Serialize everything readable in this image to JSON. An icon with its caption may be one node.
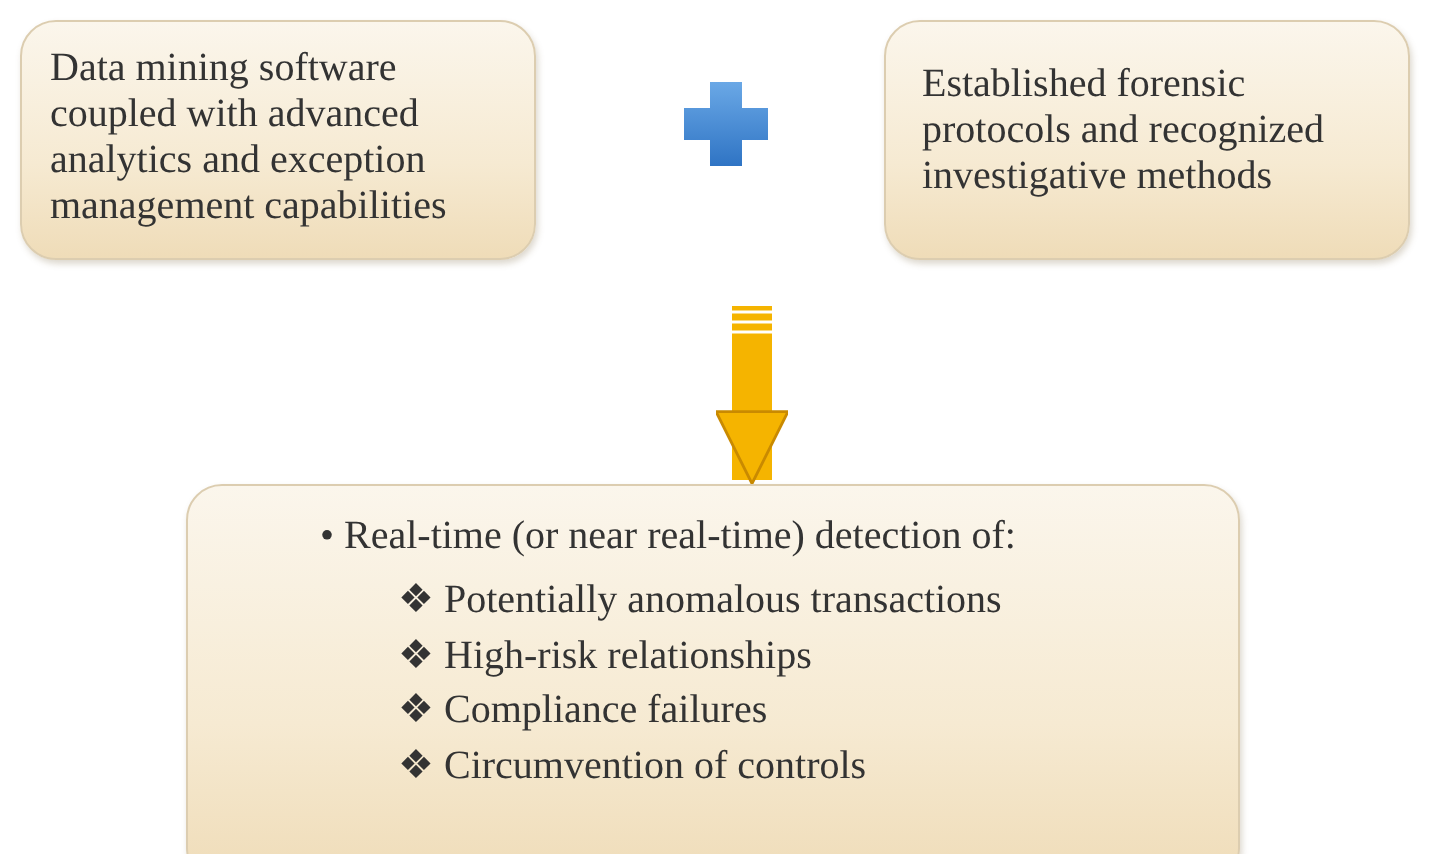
{
  "diagram": {
    "nodes": [
      {
        "text": [
          "Data mining software coupled with advanced analytics and exception management capabilities"
        ]
      },
      {
        "text": [
          "Established forensic protocols and recognized investigative methods"
        ]
      },
      {
        "text": [
          "• Real-time (or near real-time) detection of:",
          "❖ Potentially anomalous transactions",
          "❖ High-risk relationships",
          "❖ Compliance failures",
          "❖ Circumvention of controls"
        ]
      }
    ],
    "edges": [
      {
        "from": null,
        "to": 2,
        "arrow": "to"
      }
    ]
  }
}
